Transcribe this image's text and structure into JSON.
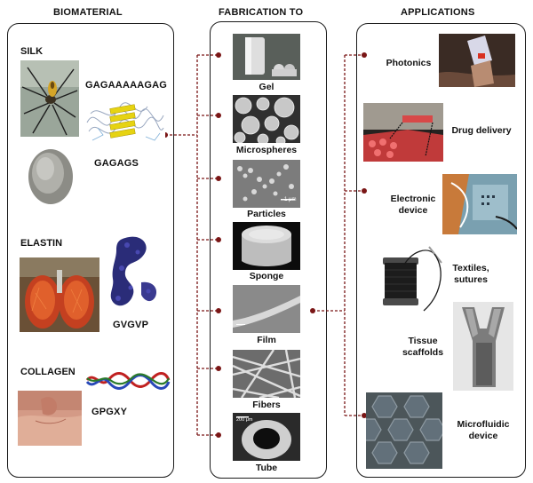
{
  "headers": {
    "biomaterial": "BIOMATERIAL",
    "fabrication": "FABRICATION TO",
    "applications": "APPLICATIONS"
  },
  "biomaterials": {
    "silk": {
      "name": "SILK",
      "sequence_1": "GAGAAAAAGAG",
      "sequence_2": "GAGAGS"
    },
    "elastin": {
      "name": "ELASTIN",
      "sequence": "GVGVP"
    },
    "collagen": {
      "name": "COLLAGEN",
      "sequence": "GPGXY"
    }
  },
  "fabrication": [
    {
      "label": "Gel",
      "icon": "gel-image"
    },
    {
      "label": "Microspheres",
      "icon": "microspheres-image"
    },
    {
      "label": "Particles",
      "icon": "particles-image"
    },
    {
      "label": "Sponge",
      "icon": "sponge-image"
    },
    {
      "label": "Film",
      "icon": "film-image"
    },
    {
      "label": "Fibers",
      "icon": "fibers-image"
    },
    {
      "label": "Tube",
      "icon": "tube-image"
    }
  ],
  "image_labels": {
    "particles_scale": "1 μm",
    "tube_scale": "200 μm"
  },
  "applications": [
    {
      "label": "Photonics"
    },
    {
      "label": "Drug delivery"
    },
    {
      "label_1": "Electronic",
      "label_2": "device"
    },
    {
      "label_1": "Textiles,",
      "label_2": "sutures"
    },
    {
      "label_1": "Tissue",
      "label_2": "scaffolds"
    },
    {
      "label_1": "Microfluidic",
      "label_2": "device"
    }
  ],
  "colors": {
    "connector": "#7a1616",
    "frame": "#1a1a1a"
  }
}
